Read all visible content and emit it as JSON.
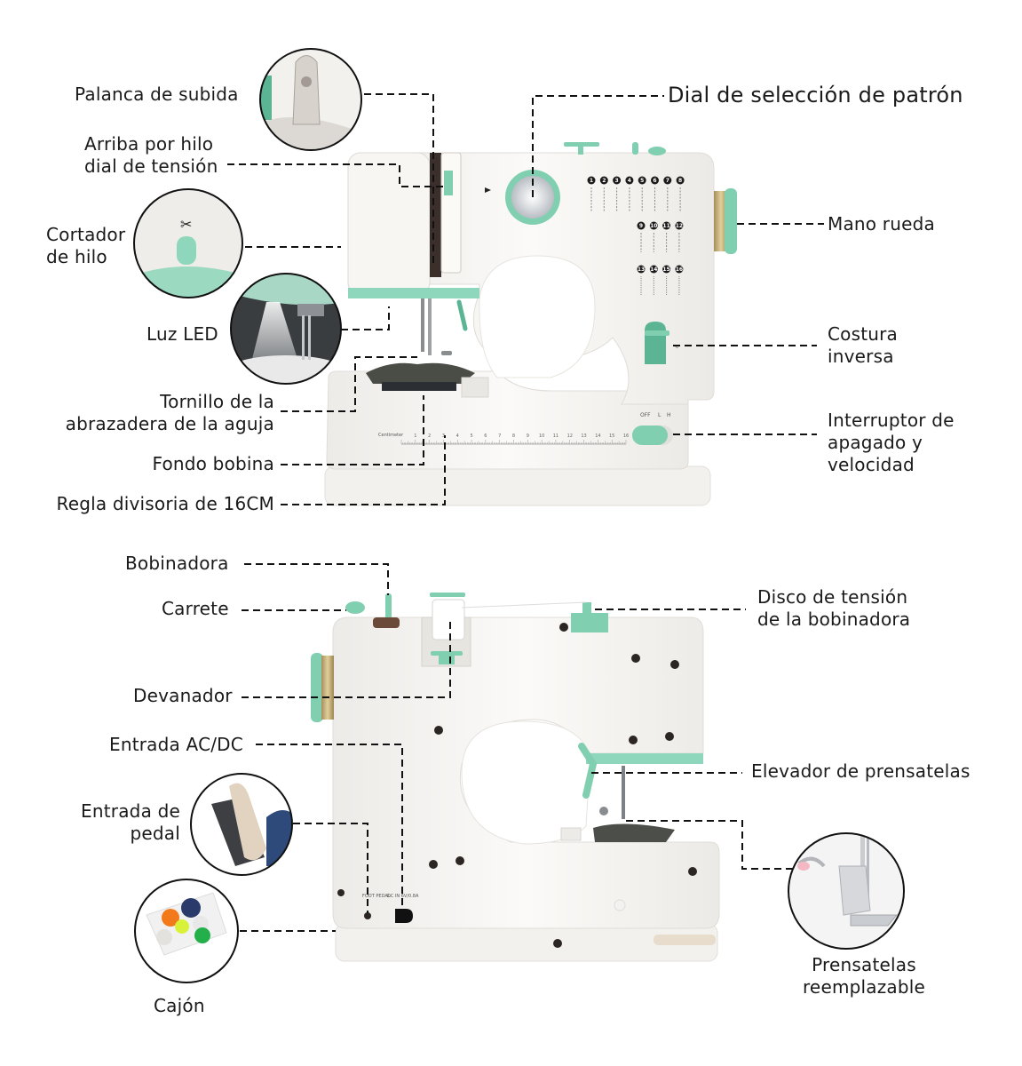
{
  "front_view": {
    "labels": {
      "lift_lever": "Palanca de subida",
      "thread_tension_line1": "Arriba por hilo",
      "thread_tension_line2": "dial de tensión",
      "thread_cutter_line1": "Cortador",
      "thread_cutter_line2": "de hilo",
      "led_light": "Luz LED",
      "needle_clamp_line1": "Tornillo de la",
      "needle_clamp_line2": "abrazadera de la aguja",
      "bobbin_bottom": "Fondo bobina",
      "ruler": "Regla divisoria de 16CM",
      "pattern_dial": "Dial de selección de patrón",
      "handwheel": "Mano rueda",
      "reverse_stitch_line1": "Costura",
      "reverse_stitch_line2": "inversa",
      "power_switch_line1": "Interruptor de",
      "power_switch_line2": "apagado y",
      "power_switch_line3": "velocidad"
    },
    "switch_positions": [
      "OFF",
      "L",
      "H"
    ],
    "stitch_numbers": [
      "1",
      "2",
      "3",
      "4",
      "5",
      "6",
      "7",
      "8",
      "9",
      "10",
      "11",
      "12",
      "13",
      "14",
      "15",
      "16"
    ],
    "ruler_marks": [
      "1",
      "2",
      "3",
      "4",
      "5",
      "6",
      "7",
      "8",
      "9",
      "10",
      "11",
      "12",
      "13",
      "14",
      "15",
      "16"
    ],
    "ruler_caption": "Centimeter"
  },
  "back_view": {
    "labels": {
      "bobbin_winder": "Bobinadora",
      "spool": "Carrete",
      "winder": "Devanador",
      "acdc_input": "Entrada AC/DC",
      "pedal_input_line1": "Entrada de",
      "pedal_input_line2": "pedal",
      "drawer": "Cajón",
      "winder_tension_line1": "Disco de tensión",
      "winder_tension_line2": "de la bobinadora",
      "presser_lifter": "Elevador de prensatelas",
      "presser_foot_line1": "Prensatelas",
      "presser_foot_line2": "reemplazable"
    },
    "port_labels": {
      "foot_pedal": "FOOT PEDAL",
      "dc_in": "DC IN 6V/0.8A"
    }
  },
  "colors": {
    "accent_mint": "#7fcfb0",
    "accent_dark_mint": "#5bb594",
    "body_white": "#f4f2ef",
    "leader_line": "#111111",
    "text": "#1a1a1a"
  }
}
